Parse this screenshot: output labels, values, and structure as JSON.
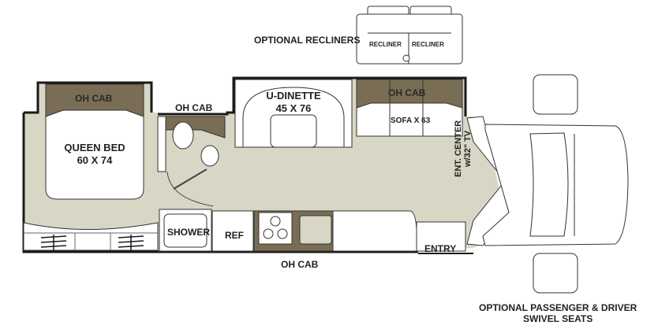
{
  "colors": {
    "floor": "#d8d6c4",
    "cabinet": "#7a6d55",
    "wall": "#1a1a1a",
    "furniture": "#ffffff",
    "line": "#333333",
    "text": "#222222"
  },
  "labels": {
    "optional_recliners": "OPTIONAL RECLINERS",
    "recliner_left": "RECLINER",
    "recliner_right": "RECLINER",
    "oh_cab_bedroom": "OH CAB",
    "oh_cab_bath": "OH CAB",
    "oh_cab_sofa": "OH CAB",
    "oh_cab_bottom": "OH CAB",
    "queen_bed": "QUEEN BED",
    "queen_bed_size": "60 X 74",
    "u_dinette": "U-DINETTE",
    "u_dinette_size": "45 X 76",
    "sofa": "SOFA X 63",
    "shower": "SHOWER",
    "ref": "REF",
    "entry": "ENTRY",
    "ent_center": "ENT. CENTER",
    "ent_center_tv": "w/32\" TV",
    "optional_seats_line1": "OPTIONAL PASSENGER & DRIVER",
    "optional_seats_line2": "SWIVEL SEATS"
  }
}
